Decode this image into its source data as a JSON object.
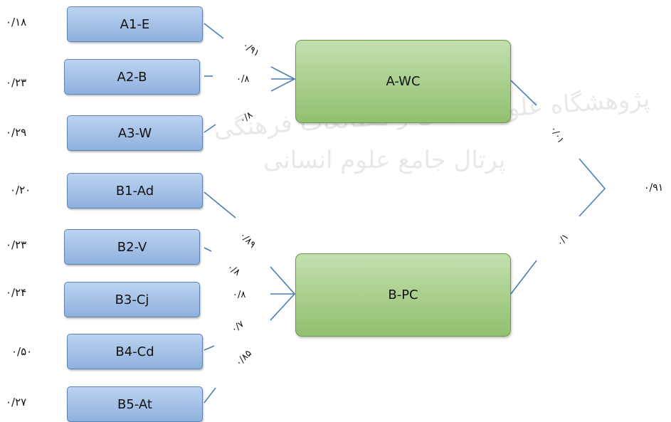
{
  "watermark": {
    "line1": "پژوهشگاه علوم انسانی و مطالعات فرهنگی",
    "line2": "پرتال جامع علوم انسانی"
  },
  "indicators": [
    {
      "label": "A1-E",
      "error": "۰/۱۸"
    },
    {
      "label": "A2-B",
      "error": "۰/۲۳"
    },
    {
      "label": "A3-W",
      "error": "۰/۲۹"
    },
    {
      "label": "B1-Ad",
      "error": "۰/۲۰"
    },
    {
      "label": "B2-V",
      "error": "۰/۲۳"
    },
    {
      "label": "B3-Cj",
      "error": "۰/۲۴"
    },
    {
      "label": "B4-Cd",
      "error": "۰/۵۰"
    },
    {
      "label": "B5-At",
      "error": "۰/۲۷"
    }
  ],
  "latents": [
    {
      "label": "A-WC"
    },
    {
      "label": "B-PC"
    }
  ],
  "loadings": {
    "a1": "۰/۹۱",
    "a2": "۰/۸",
    "a3": "۰/۸",
    "b1": "۰/۸۹",
    "b2": "۰/۸",
    "b3": "۰/۸",
    "b4": "۰/۷",
    "b5": "۰/۸۵"
  },
  "second_order": {
    "a_path": "۰/۰۱",
    "b_path": "۰/۱",
    "r_value": "۰/۹۱"
  },
  "colors": {
    "indicator_fill": "#a6c2e8",
    "latent_fill": "#a8d08d",
    "line": "#4a7fb5"
  }
}
